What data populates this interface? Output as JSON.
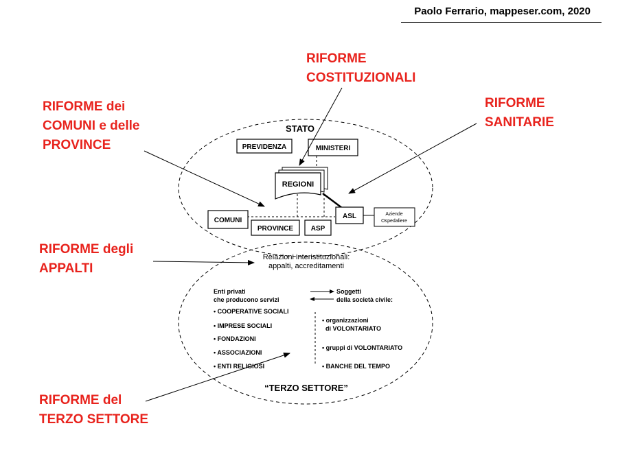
{
  "credit": "Paolo Ferrario, mappeser.com, 2020",
  "labels": {
    "costituzionali": [
      "RIFORME",
      "COSTITUZIONALI"
    ],
    "comuni_province": [
      "RIFORME dei",
      "COMUNI e delle",
      "PROVINCE"
    ],
    "sanitarie": [
      "RIFORME",
      "SANITARIE"
    ],
    "appalti": [
      "RIFORME degli",
      "APPALTI"
    ],
    "terzo_settore": [
      "RIFORME del",
      "TERZO SETTORE"
    ]
  },
  "diagram": {
    "stato": "STATO",
    "previdenza": "PREVIDENZA",
    "ministeri": "MINISTERI",
    "regioni": "REGIONI",
    "comuni": "COMUNI",
    "province": "PROVINCE",
    "asp": "ASP",
    "asl": "ASL",
    "aziende": [
      "Aziende",
      "Ospedaliere"
    ],
    "relazioni": [
      "Relazioni interistituzionali:",
      "appalti, accreditamenti"
    ],
    "enti_privati": [
      "Enti privati",
      "che producono servizi"
    ],
    "soggetti": [
      "Soggetti",
      "della società civile:"
    ],
    "left_list": [
      "• COOPERATIVE SOCIALI",
      "• IMPRESE SOCIALI",
      "• FONDAZIONI",
      "• ASSOCIAZIONI",
      "• ENTI RELIGIOSI"
    ],
    "right_list": [
      "• organizzazioni",
      "di VOLONTARIATO",
      "• gruppi di VOLONTARIATO",
      "• BANCHE DEL TEMPO"
    ],
    "terzo_settore": "“TERZO SETTORE”"
  }
}
